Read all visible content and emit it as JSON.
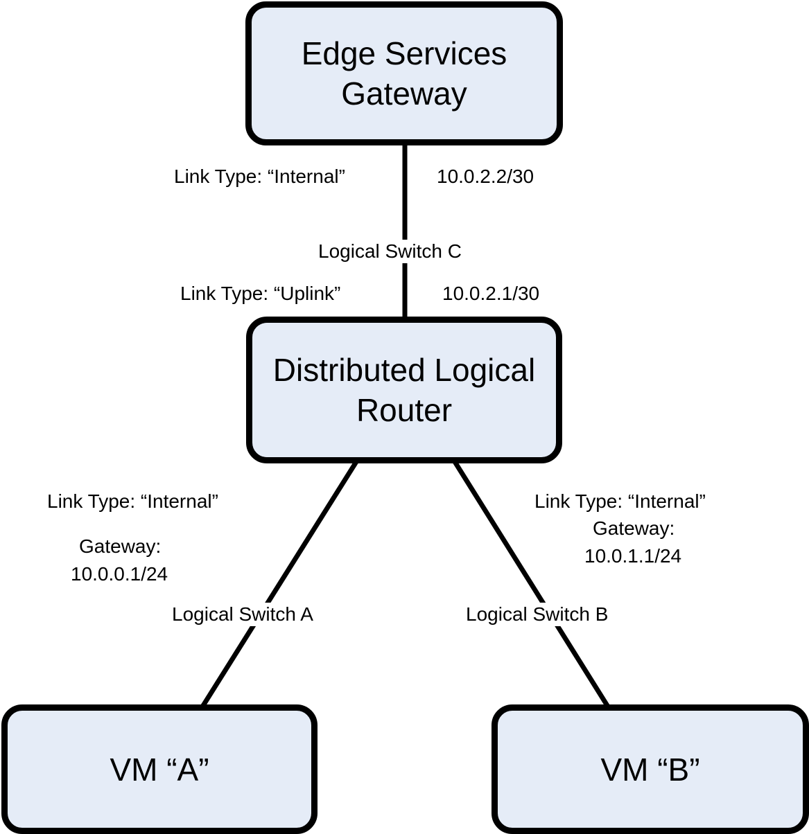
{
  "nodes": {
    "edge_gateway": {
      "line1": "Edge Services",
      "line2": "Gateway"
    },
    "dlr": {
      "line1": "Distributed Logical",
      "line2": "Router"
    },
    "vm_a": {
      "label": "VM “A”"
    },
    "vm_b": {
      "label": "VM “B”"
    }
  },
  "links": {
    "esg_to_dlr": {
      "switch": "Logical Switch C",
      "esg_side_type": "Link Type: “Internal”",
      "esg_side_ip": "10.0.2.2/30",
      "dlr_side_type": "Link Type: “Uplink”",
      "dlr_side_ip": "10.0.2.1/30"
    },
    "dlr_to_vm_a": {
      "switch": "Logical Switch A",
      "type": "Link Type: “Internal”",
      "gateway_label": "Gateway:",
      "gateway_ip": "10.0.0.1/24"
    },
    "dlr_to_vm_b": {
      "switch": "Logical Switch B",
      "type": "Link Type: “Internal”",
      "gateway_label": "Gateway:",
      "gateway_ip": "10.0.1.1/24"
    }
  },
  "colors": {
    "node_fill": "#e5ecf7",
    "stroke": "#000000"
  }
}
